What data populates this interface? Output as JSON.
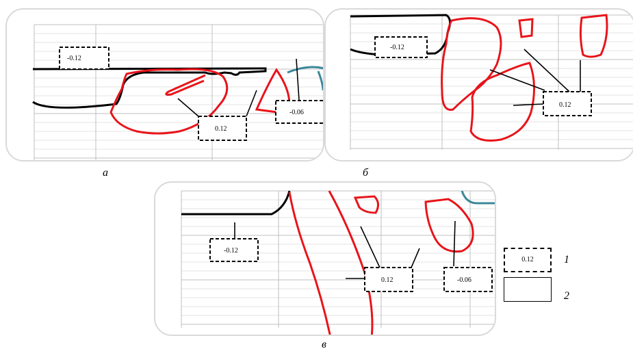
{
  "panels": {
    "a": {
      "caption": "а",
      "labels": {
        "neg_top": "-0.12",
        "pos_mid": "0.12",
        "neg_right": "-0.06"
      }
    },
    "b": {
      "caption": "б",
      "labels": {
        "neg_top": "-0.12",
        "pos_right": "0.12"
      }
    },
    "c": {
      "caption": "в",
      "labels": {
        "neg_left": "-0.12",
        "pos_mid": "0.12",
        "neg_right": "-0.06"
      }
    }
  },
  "legend": {
    "item1": {
      "box_text": "0.12",
      "number": "1"
    },
    "item2": {
      "box_text": "",
      "number": "2"
    }
  },
  "colors": {
    "red": "#e8141a",
    "black": "#000000",
    "teal": "#3b8799",
    "grid_major": "#bfbfbf",
    "grid_minor": "#e3e3e3",
    "frame": "#d9d9d9"
  }
}
